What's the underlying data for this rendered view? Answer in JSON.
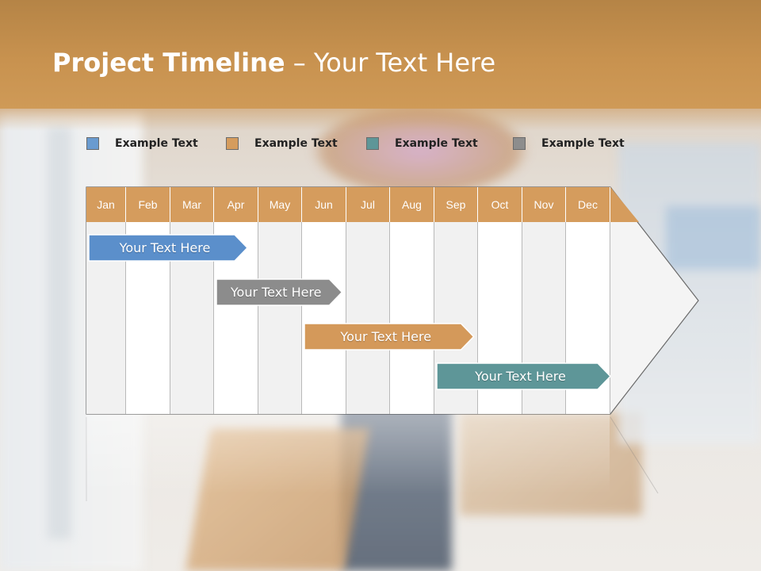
{
  "slide": {
    "title_bold": "Project Timeline",
    "title_rest": " – Your Text Here"
  },
  "legend": [
    {
      "label": "Example Text",
      "color": "#6a9bd0"
    },
    {
      "label": "Example Text",
      "color": "#d59c5d"
    },
    {
      "label": "Example Text",
      "color": "#5e9698"
    },
    {
      "label": "Example Text",
      "color": "#8d8d8d"
    }
  ],
  "months": [
    "Jan",
    "Feb",
    "Mar",
    "Apr",
    "May",
    "Jun",
    "Jul",
    "Aug",
    "Sep",
    "Oct",
    "Nov",
    "Dec"
  ],
  "tasks": [
    {
      "label": "Your  Text Here",
      "start": 0.0,
      "end": 3.75,
      "color": "#5b8fcb"
    },
    {
      "label": "Your  Text Here",
      "start": 3.0,
      "end": 5.9,
      "color": "#8c8c8c"
    },
    {
      "label": "Your  Text Here",
      "start": 5.0,
      "end": 8.9,
      "color": "#d4995a"
    },
    {
      "label": "Your  Text Here",
      "start": 8.0,
      "end": 12.0,
      "color": "#5e9698"
    }
  ],
  "colors": {
    "header": "#c8924f",
    "month_fill": "#d59c5d",
    "arrow_fill": "#f4f4f4"
  }
}
